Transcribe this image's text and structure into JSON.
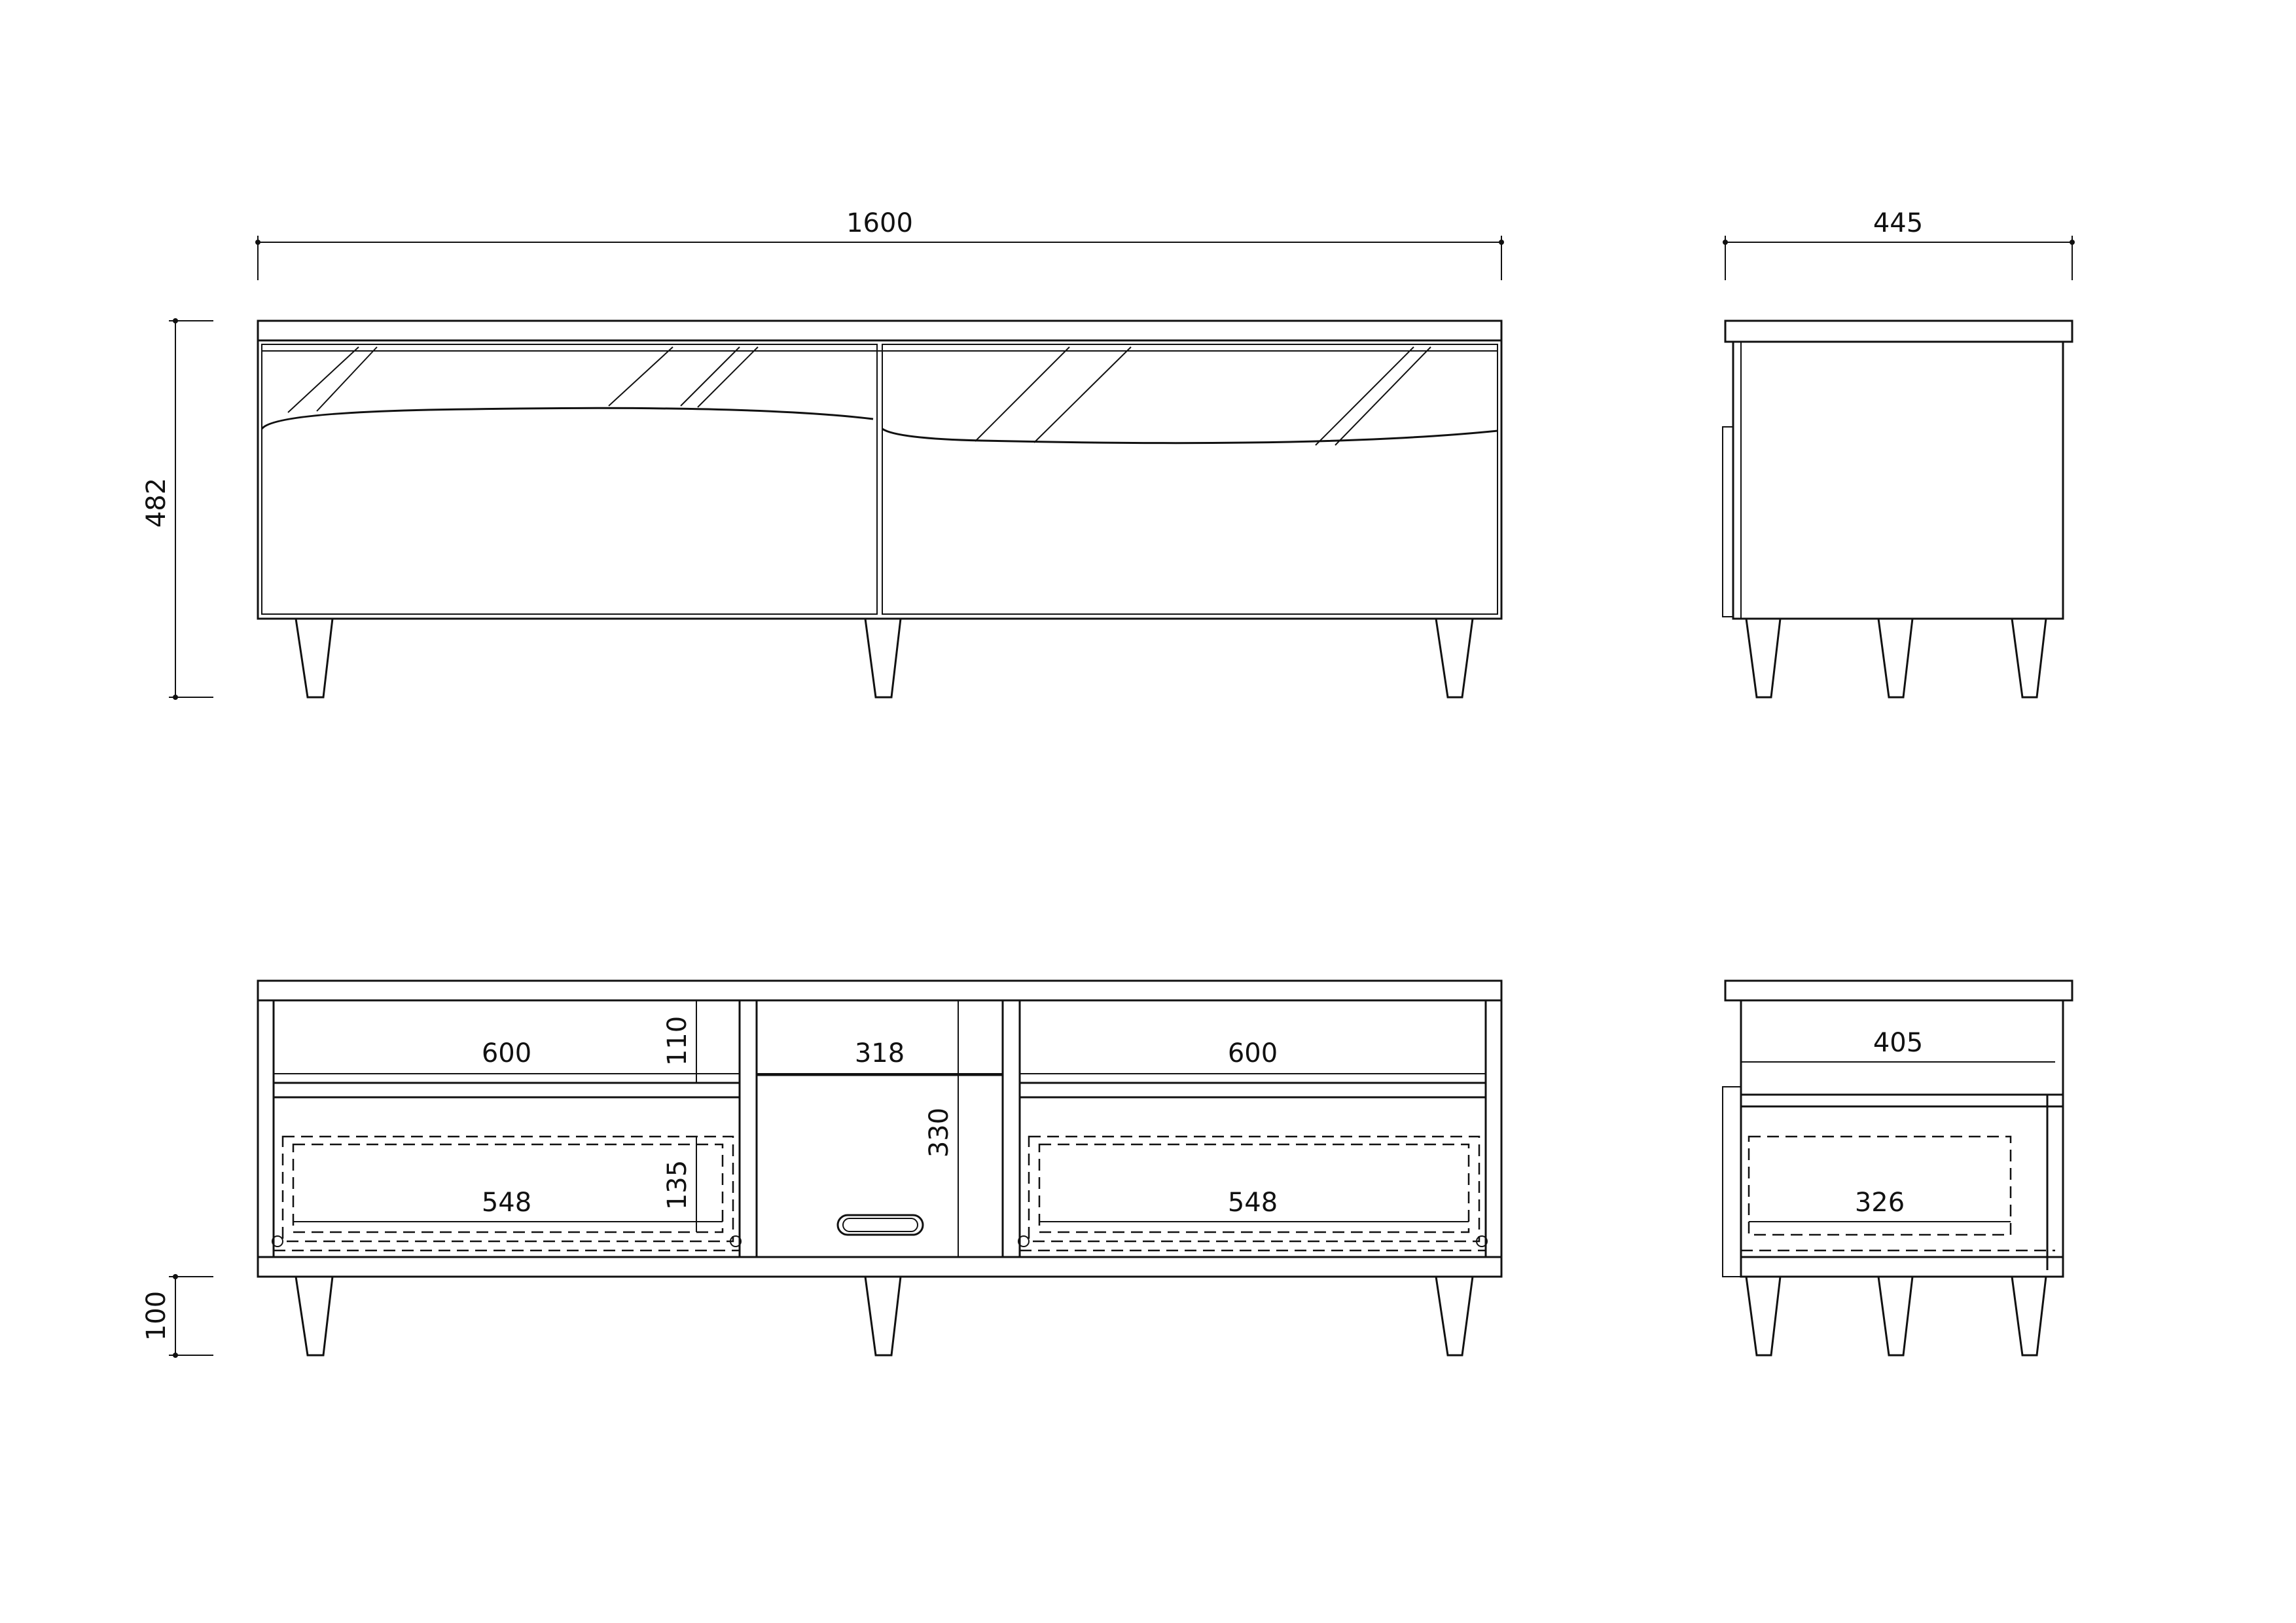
{
  "dimensions": {
    "front_width": "1600",
    "side_depth": "445",
    "total_height": "482",
    "leg_height": "100",
    "open_shelf_left_width": "600",
    "open_shelf_right_width": "600",
    "center_width": "318",
    "upper_shelf_height": "110",
    "center_height": "330",
    "drawer_left_width": "548",
    "drawer_right_width": "548",
    "drawer_height": "135",
    "side_inner_depth": "405",
    "side_drawer_depth": "326"
  },
  "colors": {
    "line": "#111111",
    "background": "#ffffff"
  }
}
